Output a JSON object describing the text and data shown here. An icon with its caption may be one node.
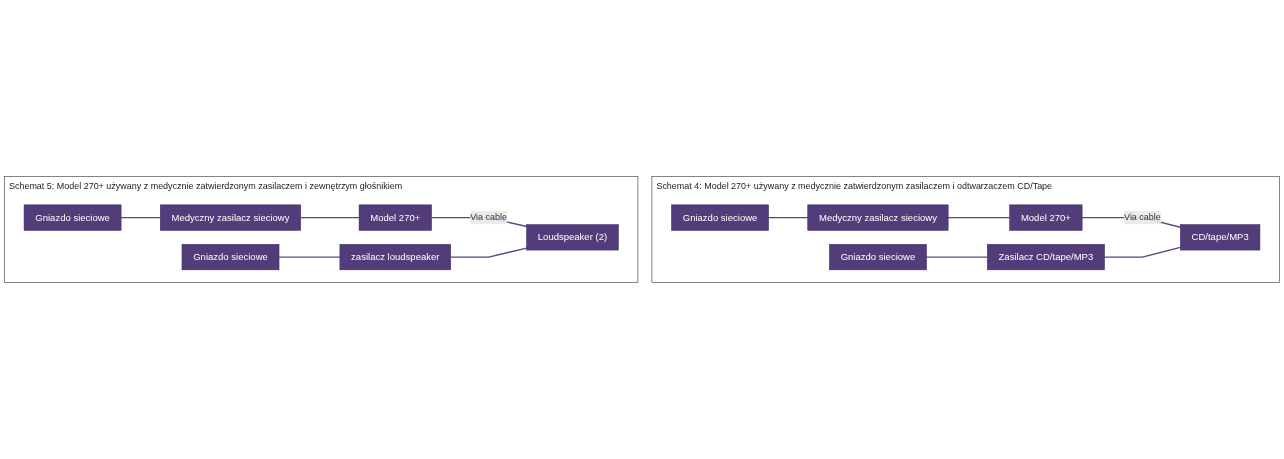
{
  "diagram": {
    "nodes": [
      {
        "text": [
          "Schemat 4: Model 270+ używany z medycznie zatwierdzonym zasilaczem i odtwarzaczem CD/Tape"
        ]
      },
      {
        "text": [
          "Gniazdo sieciowe"
        ],
        "in": 0
      },
      {
        "text": [
          "Medyczny zasilacz sieciowy"
        ],
        "in": 0
      },
      {
        "text": [
          "Model 270+"
        ],
        "in": 0
      },
      {
        "text": [
          "Gniazdo sieciowe"
        ],
        "in": 0
      },
      {
        "text": [
          "Zasilacz CD/tape/MP3"
        ],
        "in": 0
      },
      {
        "text": [
          "CD/tape/MP3"
        ],
        "in": 0
      },
      {
        "text": [
          "Schemat 5: Model 270+ używany z medycznie zatwierdzonym zasilaczem i zewnętrzym głośnikiem"
        ]
      },
      {
        "text": [
          "Gniazdo sieciowe"
        ],
        "in": 7
      },
      {
        "text": [
          "Medyczny zasilacz sieciowy"
        ],
        "in": 7
      },
      {
        "text": [
          "Model 270+"
        ],
        "in": 7
      },
      {
        "text": [
          "Gniazdo sieciowe"
        ],
        "in": 7
      },
      {
        "text": [
          "zasilacz loudspeaker"
        ],
        "in": 7
      },
      {
        "text": [
          "Loudspeaker (2)"
        ],
        "in": 7
      }
    ],
    "edges": [
      {
        "from": 1,
        "to": 2,
        "arrow": "none"
      },
      {
        "from": 2,
        "to": 3,
        "arrow": "none"
      },
      {
        "from": 3,
        "to": 6,
        "arrow": "none",
        "label": "Via cable"
      },
      {
        "from": 4,
        "to": 5,
        "arrow": "none"
      },
      {
        "from": 5,
        "to": 6,
        "arrow": "none"
      },
      {
        "from": 8,
        "to": 9,
        "arrow": "none"
      },
      {
        "from": 9,
        "to": 10,
        "arrow": "none"
      },
      {
        "from": 10,
        "to": 13,
        "arrow": "none",
        "label": "Via cable"
      },
      {
        "from": 11,
        "to": 12,
        "arrow": "none"
      },
      {
        "from": 12,
        "to": 13,
        "arrow": "none"
      }
    ]
  }
}
